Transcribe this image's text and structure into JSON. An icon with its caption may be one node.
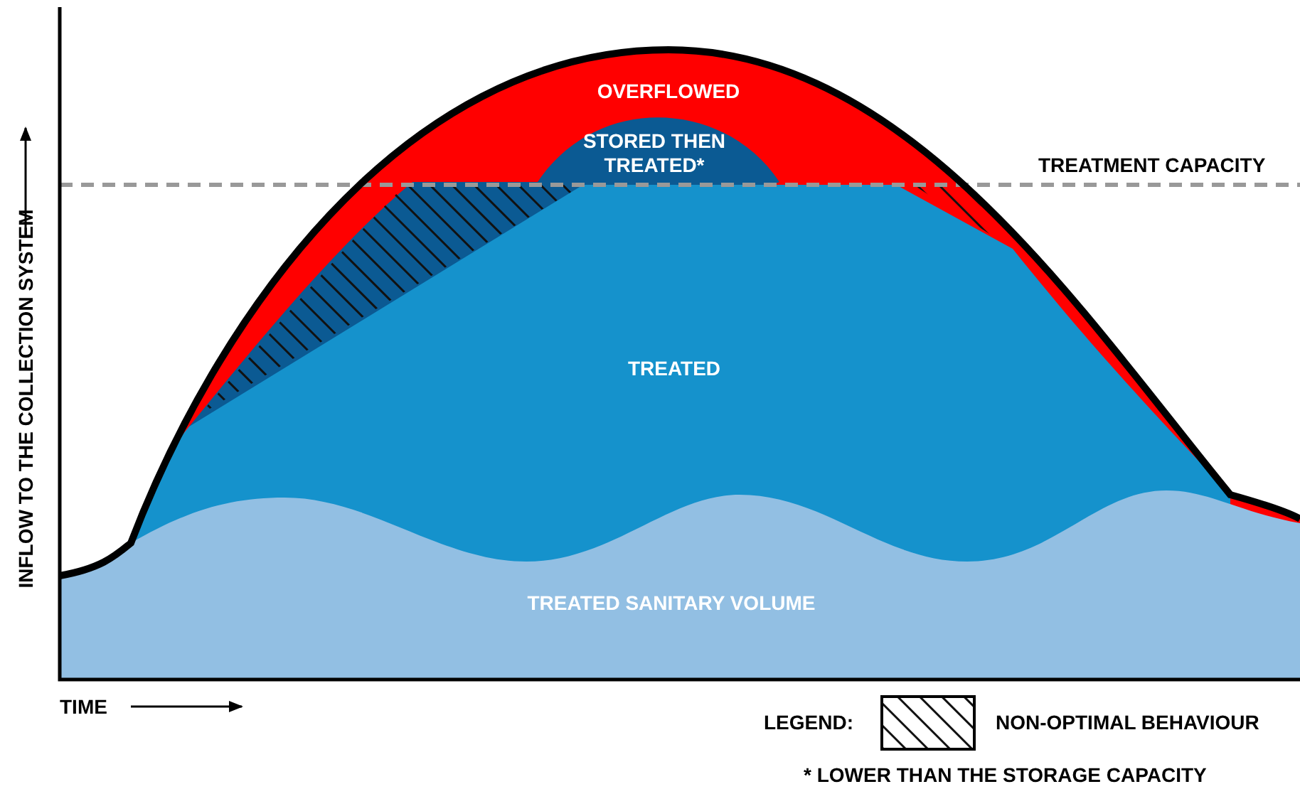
{
  "diagram": {
    "labels": [
      "OVERFLOWED",
      "STORED THEN TREATED*",
      "TREATMENT CAPACITY",
      "TREATED",
      "TREATED SANITARY VOLUME",
      "INFLOW TO THE COLLECTION SYSTEM",
      "TIME",
      "LEGEND:",
      "* LOWER THAN THE STORAGE CAPACITY"
    ],
    "legend": [
      {
        "text": "NON-OPTIMAL BEHAVIOUR"
      }
    ]
  }
}
